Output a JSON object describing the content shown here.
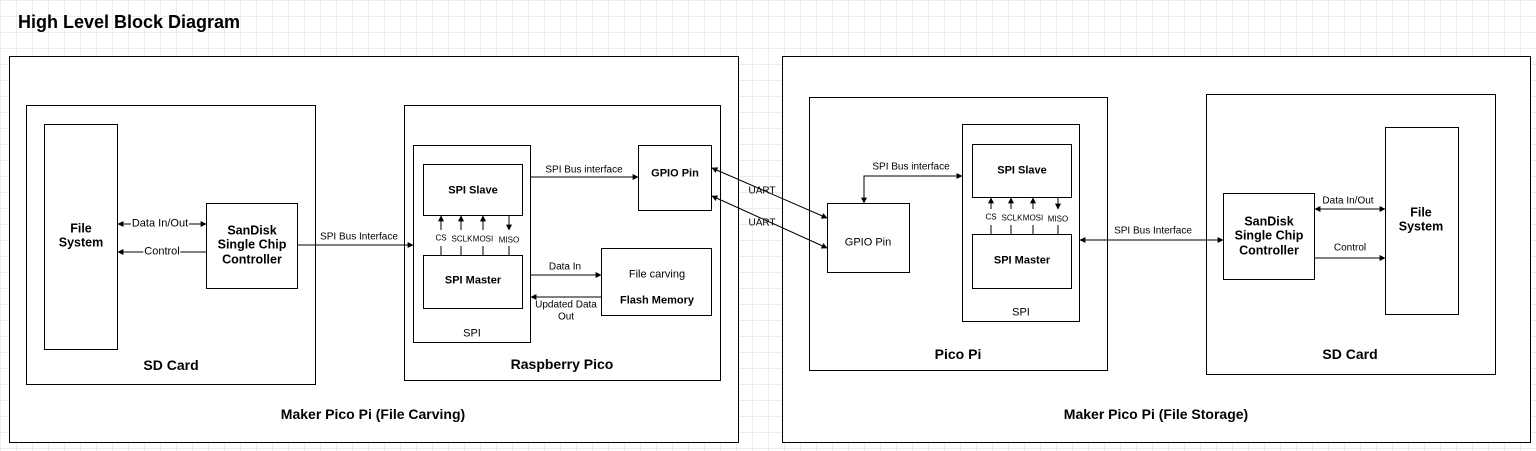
{
  "title": "High Level Block Diagram",
  "left": {
    "label": "Maker Pico Pi (File Carving)",
    "sd_card": {
      "label": "SD Card",
      "file_system": "File\nSystem",
      "controller": "SanDisk\nSingle Chip\nController",
      "data_io": "Data In/Out",
      "control": "Control"
    },
    "bus_interface": "SPI Bus Interface",
    "pico": {
      "label": "Raspberry Pico",
      "spi_label": "SPI",
      "spi_slave": "SPI Slave",
      "spi_master": "SPI Master",
      "signals": [
        "CS",
        "SCLK",
        "MOSI",
        "MISO"
      ],
      "gpio": "GPIO Pin",
      "spi_bus_interface": "SPI Bus interface",
      "file_carving": "File carving",
      "flash_memory": "Flash Memory",
      "data_in": "Data In",
      "updated_data_out": "Updated Data\nOut"
    }
  },
  "links": {
    "uart_1": "UART",
    "uart_2": "UART"
  },
  "right": {
    "label": "Maker Pico Pi (File Storage)",
    "pico": {
      "label": "Pico Pi",
      "gpio": "GPIO Pin",
      "spi_bus_interface": "SPI Bus interface",
      "spi_label": "SPI",
      "spi_slave": "SPI Slave",
      "spi_master": "SPI Master",
      "signals": [
        "CS",
        "SCLK",
        "MOSI",
        "MISO"
      ]
    },
    "bus_interface": "SPI Bus Interface",
    "sd_card": {
      "label": "SD Card",
      "controller": "SanDisk\nSingle Chip\nController",
      "file_system": "File\nSystem",
      "data_io": "Data In/Out",
      "control": "Control"
    }
  }
}
